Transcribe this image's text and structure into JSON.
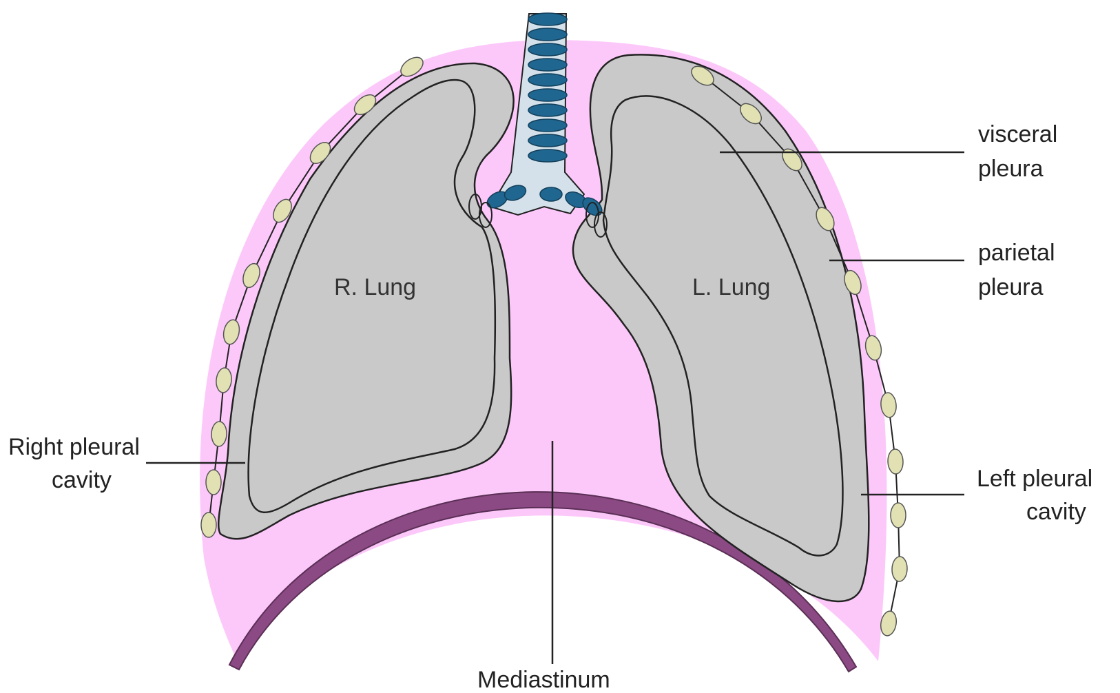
{
  "labels": {
    "right_lung": "R. Lung",
    "left_lung": "L. Lung",
    "visceral": [
      "visceral",
      "pleura"
    ],
    "parietal": [
      "parietal",
      "pleura"
    ],
    "right_cavity": [
      "Right pleural",
      "cavity"
    ],
    "left_cavity": [
      "Left pleural",
      "cavity"
    ],
    "mediastinum": "Mediastinum"
  },
  "colors": {
    "pleural_space": "#fcc8fa",
    "lung_tissue": "#c9c9c9",
    "diaphragm": "#8c4a84",
    "trachea_ring": "#1f6690",
    "rib": "#e1e1b4",
    "outline": "#222222"
  },
  "icons": {
    "rib": "rib-segment-icon",
    "trachea": "trachea-icon"
  }
}
